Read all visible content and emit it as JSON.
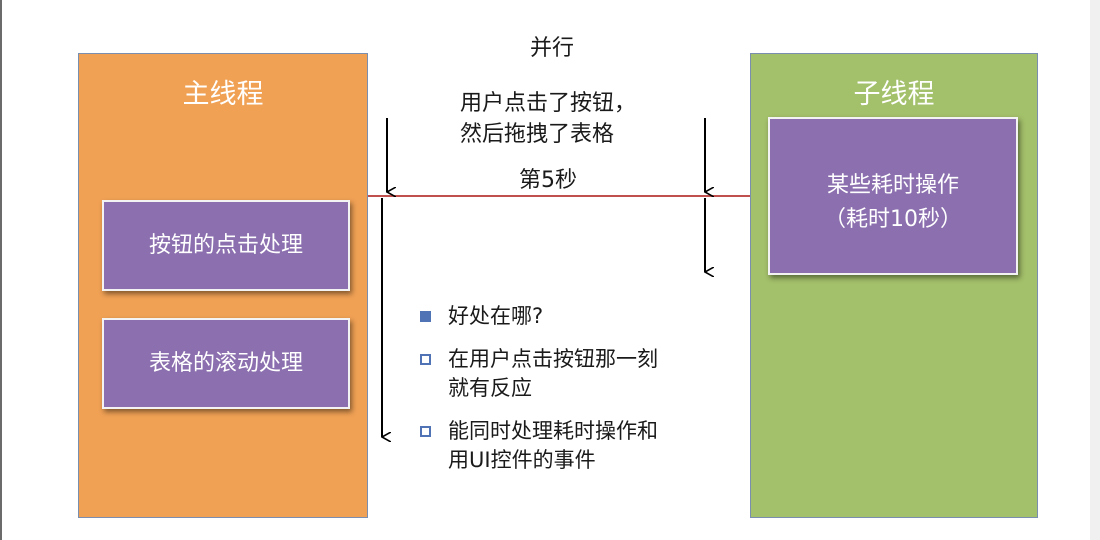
{
  "main_thread": {
    "title": "主线程",
    "tasks": [
      "按钮的点击处理",
      "表格的滚动处理"
    ]
  },
  "sub_thread": {
    "title": "子线程",
    "task_line1": "某些耗时操作",
    "task_line2": "（耗时10秒）"
  },
  "center": {
    "parallel": "并行",
    "action_line1": "用户点击了按钮，",
    "action_line2": "然后拖拽了表格",
    "time_mark": "第5秒"
  },
  "bullets": [
    {
      "text": "好处在哪?",
      "style": "filled"
    },
    {
      "text": "在用户点击按钮那一刻",
      "text2": "就有反应",
      "style": "hollow"
    },
    {
      "text": "能同时处理耗时操作和",
      "text2": "用UI控件的事件",
      "style": "hollow"
    }
  ],
  "colors": {
    "main_panel": "#f0a154",
    "sub_panel": "#a3c06a",
    "task_box": "#8b6fae",
    "timeline": "#c0504d",
    "bullet": "#4f73b5"
  }
}
